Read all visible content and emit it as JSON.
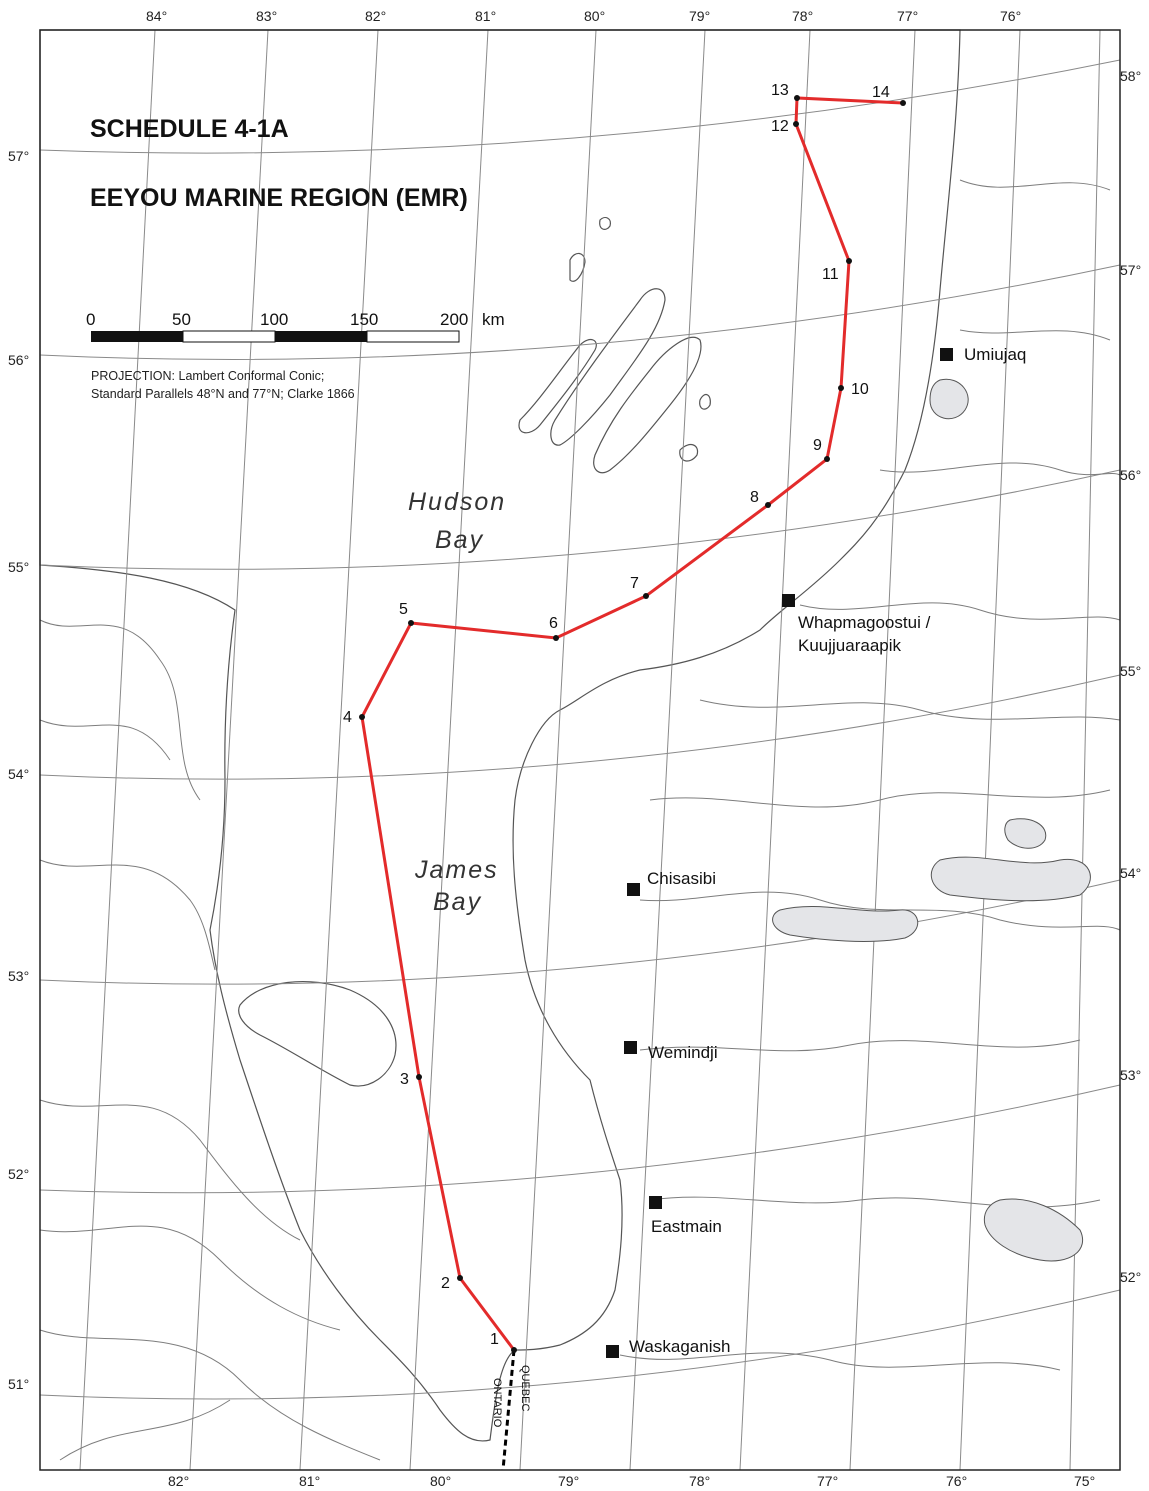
{
  "title": {
    "line1": "SCHEDULE 4-1A",
    "line2": "EEYOU MARINE REGION (EMR)"
  },
  "scale_bar": {
    "labels": [
      "0",
      "50",
      "100",
      "150",
      "200"
    ],
    "unit": "km"
  },
  "projection": {
    "line1": "PROJECTION: Lambert Conformal Conic;",
    "line2": "Standard Parallels 48°N and 77°N; Clarke 1866"
  },
  "water_bodies": {
    "hudson": [
      "Hudson",
      "Bay"
    ],
    "james": [
      "James",
      "Bay"
    ]
  },
  "longitude_ticks_top": [
    "84°",
    "83°",
    "82°",
    "81°",
    "80°",
    "79°",
    "78°",
    "77°",
    "76°"
  ],
  "longitude_ticks_bottom": [
    "82°",
    "81°",
    "80°",
    "79°",
    "78°",
    "77°",
    "76°",
    "75°"
  ],
  "latitude_ticks_left": [
    "57°",
    "56°",
    "55°",
    "54°",
    "53°",
    "52°",
    "51°"
  ],
  "latitude_ticks_right": [
    "58°",
    "57°",
    "56°",
    "55°",
    "54°",
    "53°",
    "52°"
  ],
  "boundary_points": [
    "1",
    "2",
    "3",
    "4",
    "5",
    "6",
    "7",
    "8",
    "9",
    "10",
    "11",
    "12",
    "13",
    "14"
  ],
  "communities": [
    {
      "name": "Umiujaq"
    },
    {
      "name": "Whapmagoostui /",
      "name2": "Kuujjuaraapik"
    },
    {
      "name": "Chisasibi"
    },
    {
      "name": "Wemindji"
    },
    {
      "name": "Eastmain"
    },
    {
      "name": "Waskaganish"
    }
  ],
  "provincial_border": {
    "west": "ONTARIO",
    "east": "QUEBEC"
  },
  "colors": {
    "water": "#e4e5e8",
    "land": "#ffffff",
    "boundary": "#e32b2b",
    "lake": "#e4e5e8"
  }
}
